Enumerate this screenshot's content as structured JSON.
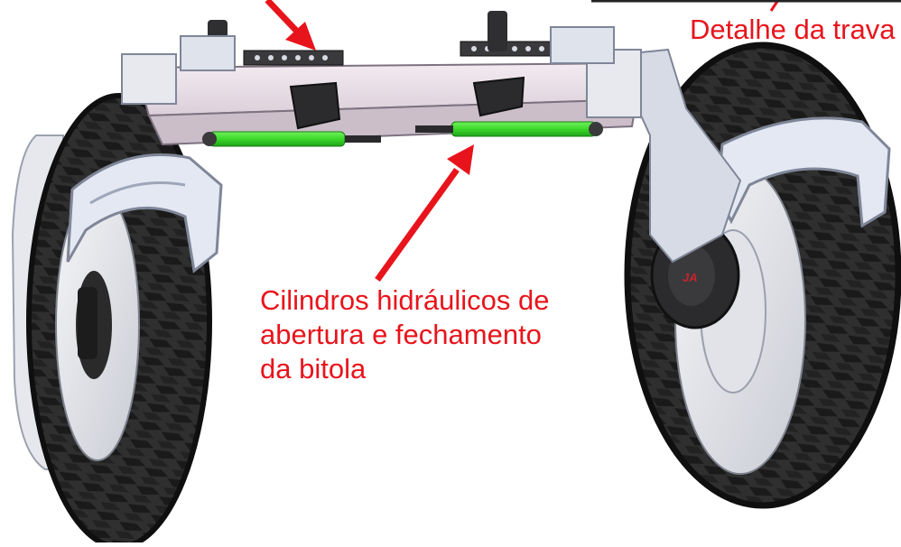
{
  "labels": {
    "cylinders_line1": "Cilindros hidráulicos de",
    "cylinders_line2": "abertura e fechamento",
    "cylinders_line3": "da bitola",
    "lock_detail": "Detalhe da trava"
  },
  "colors": {
    "annotation": "#e8141c",
    "cylinder": "#3cd82a",
    "tire": "#2b2b2b",
    "frame": "#e9dfe6",
    "metal": "#cfd6e6"
  },
  "icons": {
    "arrow_top": "arrow-down-right",
    "arrow_cylinder": "arrow-up-right"
  }
}
